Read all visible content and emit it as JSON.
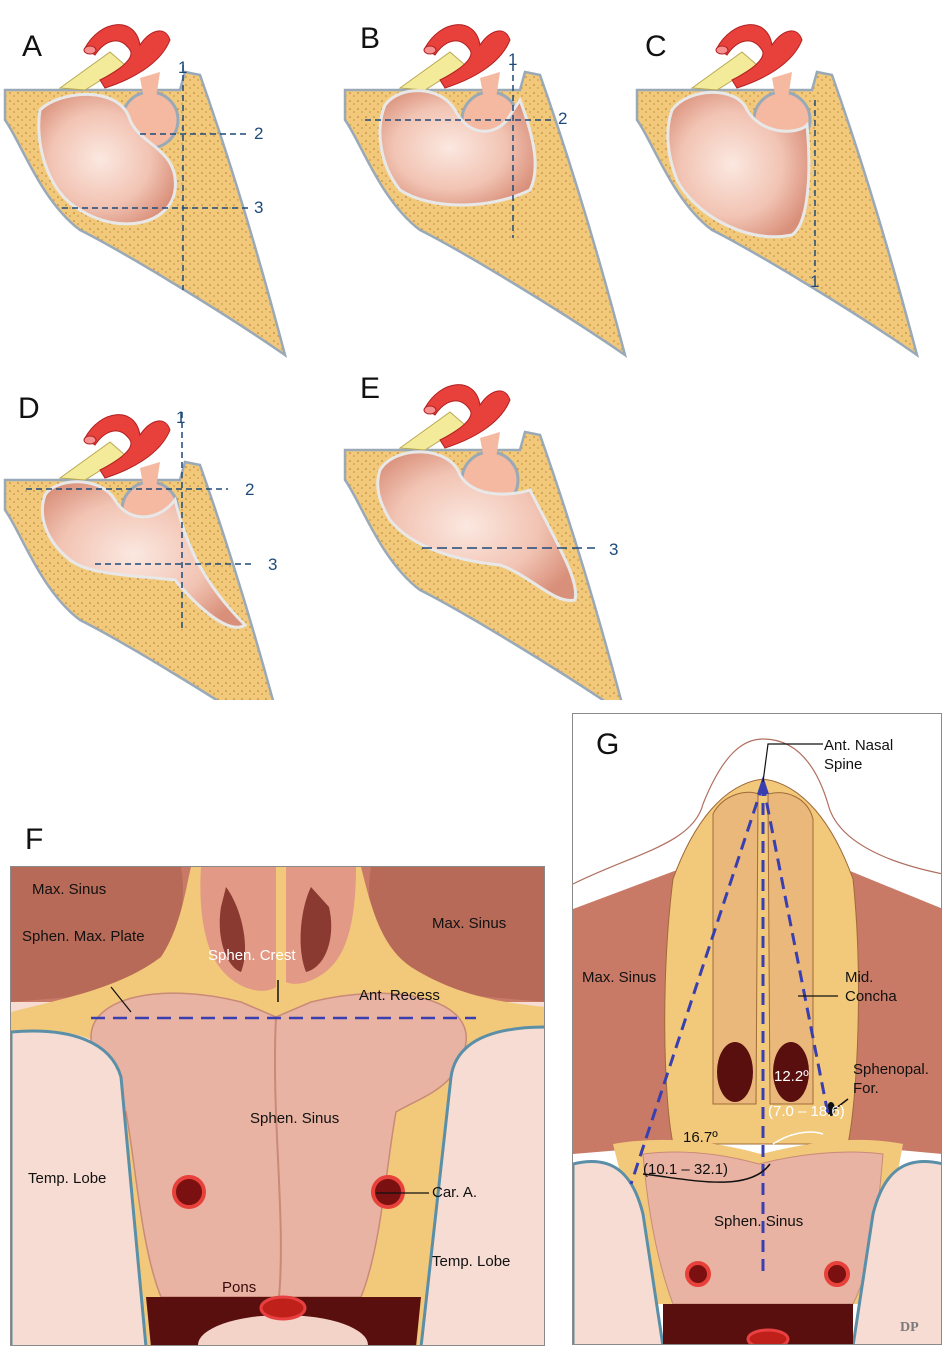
{
  "panels": {
    "A": {
      "letter": "A",
      "cut_lines": [
        "1",
        "2",
        "3"
      ]
    },
    "B": {
      "letter": "B",
      "cut_lines": [
        "1",
        "2"
      ]
    },
    "C": {
      "letter": "C",
      "cut_lines": [
        "1"
      ]
    },
    "D": {
      "letter": "D",
      "cut_lines": [
        "1",
        "2",
        "3"
      ]
    },
    "E": {
      "letter": "E",
      "cut_lines": [
        "3"
      ]
    },
    "F": {
      "letter": "F",
      "labels": {
        "max_sinus_left": "Max. Sinus",
        "max_sinus_right": "Max. Sinus",
        "sphen_max_plate": "Sphen. Max. Plate",
        "sphen_crest": "Sphen. Crest",
        "ant_recess": "Ant. Recess",
        "sphen_sinus": "Sphen. Sinus",
        "temp_lobe_left": "Temp. Lobe",
        "temp_lobe_right": "Temp. Lobe",
        "car_a": "Car. A.",
        "pons": "Pons"
      }
    },
    "G": {
      "letter": "G",
      "labels": {
        "ant_nasal_spine_1": "Ant. Nasal",
        "ant_nasal_spine_2": "Spine",
        "max_sinus": "Max. Sinus",
        "mid_concha_1": "Mid.",
        "mid_concha_2": "Concha",
        "sphenopal_1": "Sphenopal.",
        "sphenopal_2": "For.",
        "angle_small": "12.2º",
        "angle_small_range": "(7.0 – 18.6)",
        "angle_large": "16.7º",
        "angle_large_range": "(10.1 – 32.1)",
        "sphen_sinus": "Sphen. Sinus"
      },
      "signature": "DP"
    }
  },
  "colors": {
    "bone": "#f2c97a",
    "sinus": "#f2c4b4",
    "artery": "#e8403a",
    "nerve": "#f3eb9a",
    "cut_line": "#1e4a7a",
    "angle_line": "#3a3fb0",
    "brain": "#f6dcd3",
    "dark": "#5a0f0f"
  }
}
